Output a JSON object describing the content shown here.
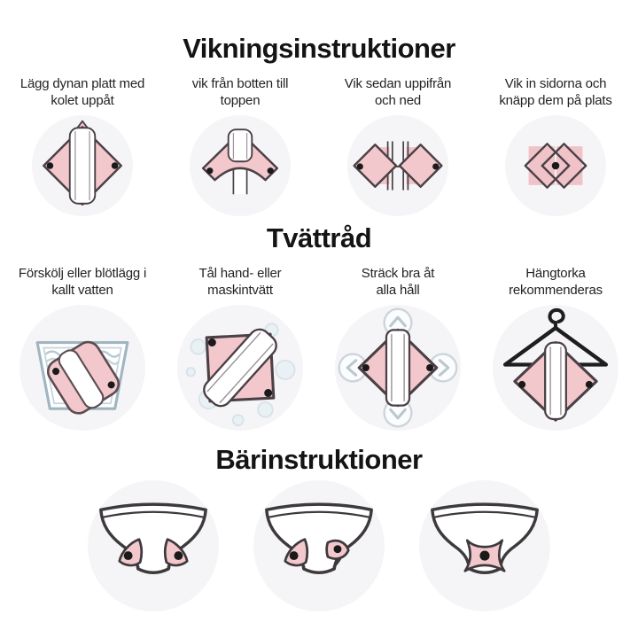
{
  "colors": {
    "pad_pink": "#f3c8cc",
    "pad_pink_light": "#f0c3c8",
    "pad_outline": "#4a4046",
    "snap_dot": "#1a1a1a",
    "circle_bg": "#f5f5f7",
    "water_blue": "#a9bdc8",
    "bubble_blue": "#dce7ed",
    "arrow_gray": "#bcc7ce",
    "hanger_black": "#1e1e1e",
    "title_text": "#141416",
    "caption_text": "#232326"
  },
  "sections": {
    "folding": {
      "title": "Vikningsinstruktioner",
      "steps": [
        {
          "caption": "Lägg dynan platt med kolet uppåt",
          "icon": "pad-flat-icon"
        },
        {
          "caption": "vik från botten till toppen",
          "icon": "pad-fold-bottom-icon"
        },
        {
          "caption": "Vik sedan uppifrån och ned",
          "icon": "pad-fold-top-icon"
        },
        {
          "caption": "Vik in sidorna och knäpp dem på plats",
          "icon": "pad-snapped-icon"
        }
      ]
    },
    "washing": {
      "title": "Tvättråd",
      "steps": [
        {
          "caption": "Förskölj eller blötlägg i kallt vatten",
          "icon": "soak-basin-icon"
        },
        {
          "caption": "Tål hand- eller maskintvätt",
          "icon": "wash-pad-icon"
        },
        {
          "caption": "Sträck bra åt alla håll",
          "icon": "stretch-arrows-icon"
        },
        {
          "caption": "Hängtorka rekommenderas",
          "icon": "hanger-dry-icon"
        }
      ]
    },
    "wearing": {
      "title": "Bärinstruktioner",
      "steps": [
        {
          "icon": "panty-wings-out-icon"
        },
        {
          "icon": "panty-wings-folding-icon"
        },
        {
          "icon": "panty-wings-snapped-icon"
        }
      ]
    }
  }
}
